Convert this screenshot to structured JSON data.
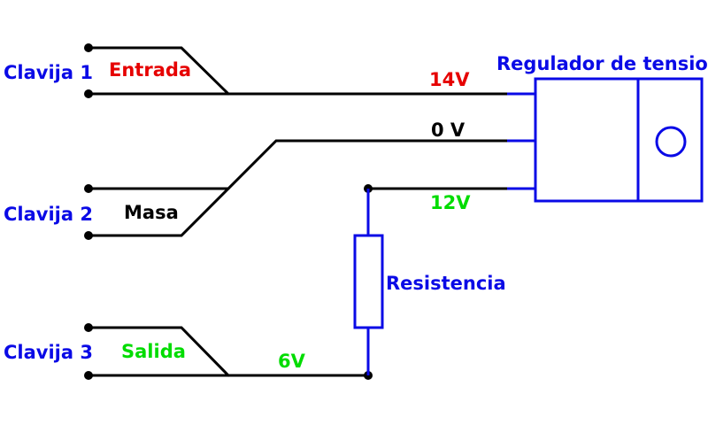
{
  "colors": {
    "blue": "#0a0ae6",
    "red": "#e60000",
    "green": "#00dc00",
    "black": "#000000"
  },
  "pins": [
    {
      "label": "Clavija 1"
    },
    {
      "label": "Clavija 2"
    },
    {
      "label": "Clavija 3"
    }
  ],
  "functions": {
    "input": "Entrada",
    "ground": "Masa",
    "output": "Salida"
  },
  "voltages": {
    "v14": "14V",
    "v0": "0 V",
    "v12": "12V",
    "v6": "6V"
  },
  "regulator": {
    "label": "Regulador de tension"
  },
  "resistor": {
    "label": "Resistencia"
  }
}
